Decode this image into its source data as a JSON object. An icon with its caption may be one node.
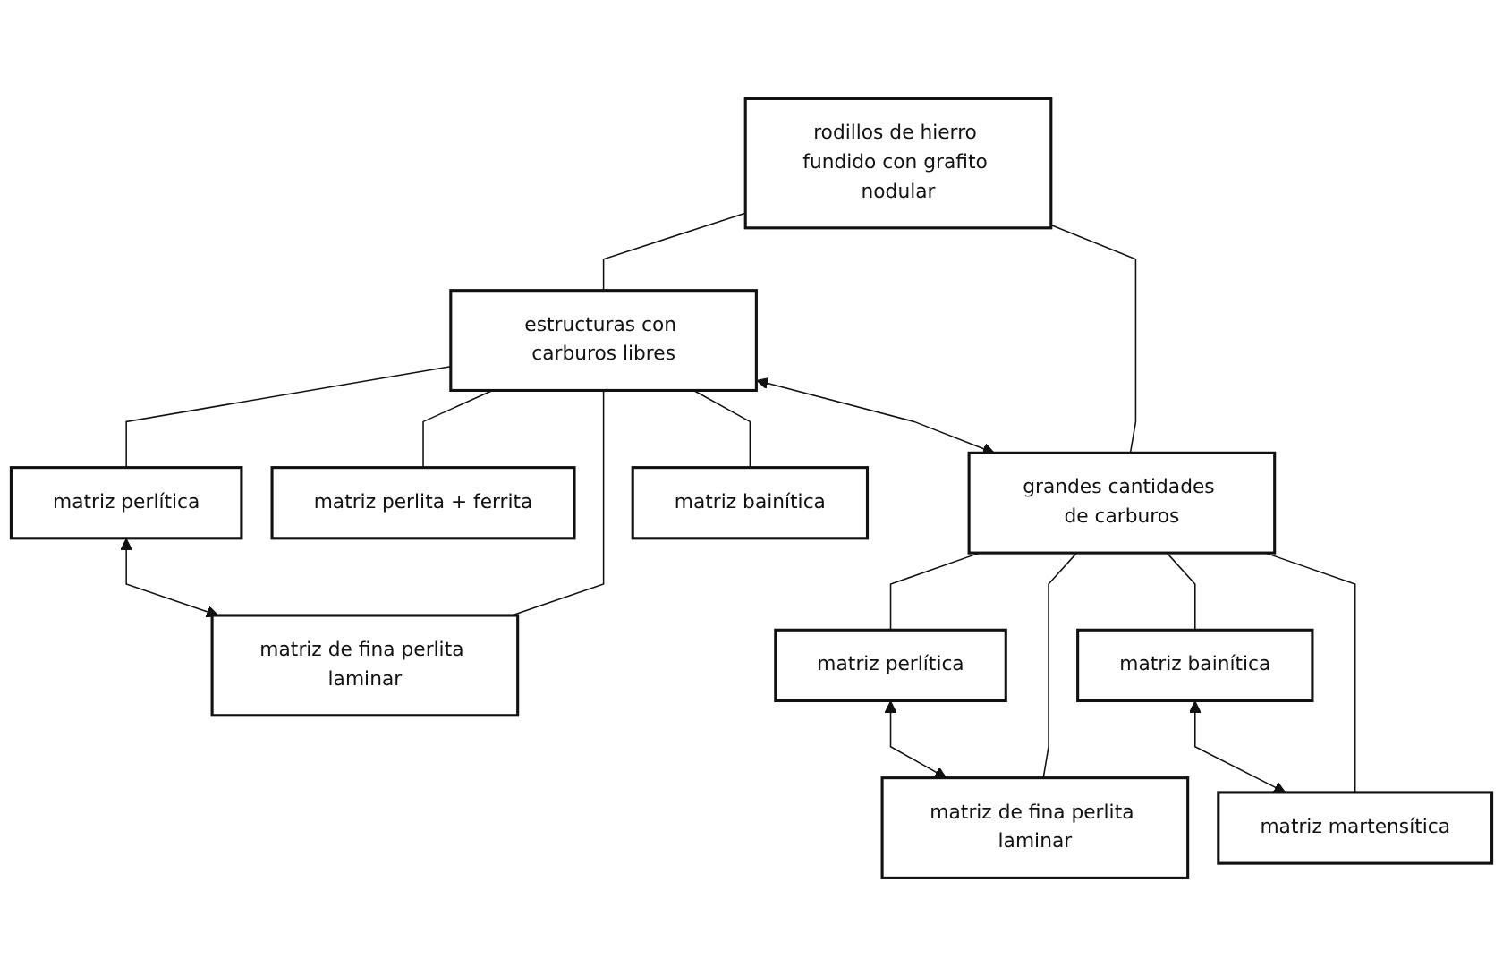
{
  "diagram": {
    "nodes": [
      {
        "text": [
          "rodillos de hierro fundido con grafito nodular"
        ]
      },
      {
        "text": [
          "estructuras con carburos libres"
        ]
      },
      {
        "text": [
          "grandes cantidades de carburos"
        ]
      },
      {
        "text": [
          "matriz perlita + ferrita"
        ]
      },
      {
        "text": [
          "matriz perlítica"
        ]
      },
      {
        "text": [
          "matriz de fina perlita laminar"
        ]
      },
      {
        "text": [
          "matriz bainítica"
        ]
      },
      {
        "text": [
          "matriz perlítica"
        ]
      },
      {
        "text": [
          "matriz de fina perlita laminar"
        ]
      },
      {
        "text": [
          "matriz bainítica"
        ]
      },
      {
        "text": [
          "matriz martensítica"
        ]
      }
    ],
    "edges": [
      {
        "from": 0,
        "to": 1,
        "arrow": "none"
      },
      {
        "from": 0,
        "to": 2,
        "arrow": "none"
      },
      {
        "from": 1,
        "to": 2,
        "arrow": "both"
      },
      {
        "from": 1,
        "to": 3,
        "arrow": "none"
      },
      {
        "from": 1,
        "to": 4,
        "arrow": "none"
      },
      {
        "from": 1,
        "to": 5,
        "arrow": "none"
      },
      {
        "from": 1,
        "to": 6,
        "arrow": "none"
      },
      {
        "from": 4,
        "to": 5,
        "arrow": "both"
      },
      {
        "from": 2,
        "to": 7,
        "arrow": "none"
      },
      {
        "from": 2,
        "to": 8,
        "arrow": "none"
      },
      {
        "from": 2,
        "to": 9,
        "arrow": "none"
      },
      {
        "from": 2,
        "to": 10,
        "arrow": "none"
      },
      {
        "from": 7,
        "to": 8,
        "arrow": "both"
      },
      {
        "from": 9,
        "to": 10,
        "arrow": "both"
      }
    ]
  }
}
